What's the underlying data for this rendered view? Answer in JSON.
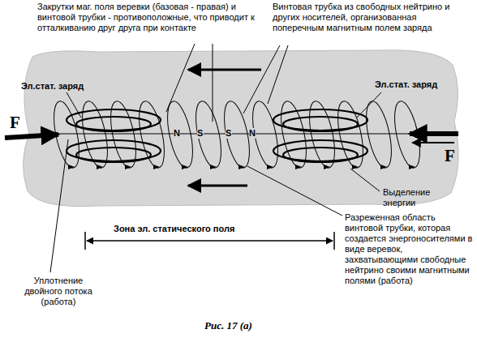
{
  "diagram": {
    "caption": "Рис. 17 (а)",
    "labels": [
      "Закрутки маг. поля веревки (базовая - правая) и винтовой трубки - противоположные, что приводит к отталкиванию друг друга при контакте",
      "Винтовая трубка из свободных нейтрино и других носителей, организованная поперечным магнитным полем заряда",
      "Эл.стат. заряд",
      "Эл.стат. заряд",
      "F",
      "F",
      "N",
      "S",
      "S",
      "N",
      "Выделение энергии",
      "Зона эл. статического поля",
      "Разреженная область винтовой трубки, которая создается энергоносителями в виде веревок, захватывающими свободные нейтрино своими магнитными полями (работа)",
      "Уплотнение двойного потока (работа)"
    ]
  }
}
